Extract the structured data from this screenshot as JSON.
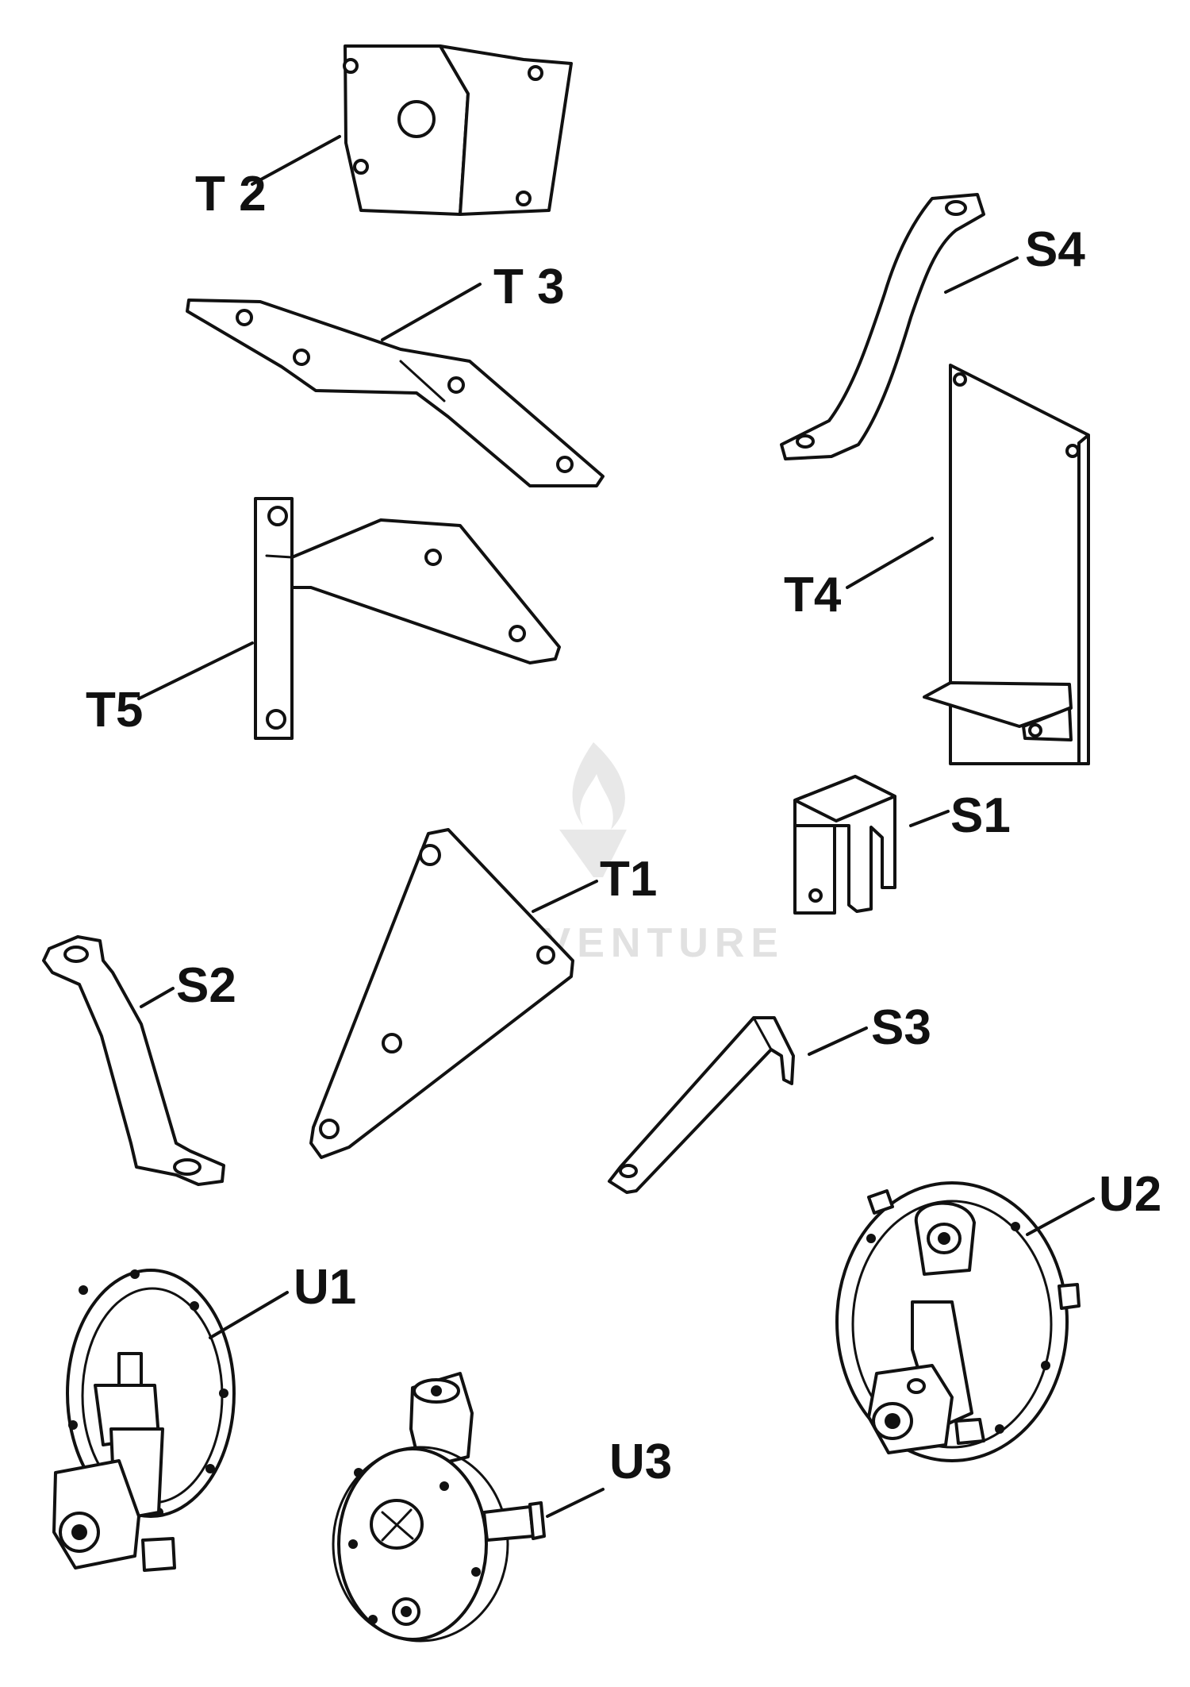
{
  "callouts": {
    "t2": "T 2",
    "t3": "T 3",
    "s4": "S4",
    "t4": "T4",
    "t5": "T5",
    "s1": "S1",
    "t1": "T1",
    "s2": "S2",
    "s3": "S3",
    "u2": "U2",
    "u1": "U1",
    "u3": "U3"
  },
  "watermark": {
    "text": "LEADVENTURE"
  }
}
